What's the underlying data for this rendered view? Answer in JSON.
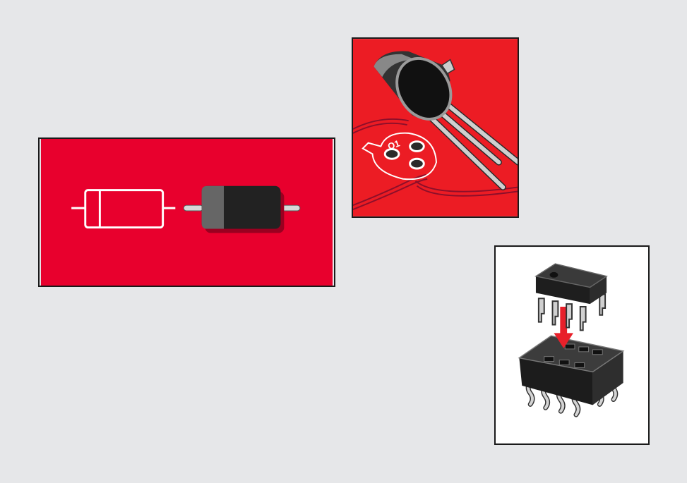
{
  "figure": {
    "background": "#e6e7e9",
    "panels": [
      {
        "id": "diode",
        "depicts": "diode-symbol-and-component",
        "background": "#e8002d"
      },
      {
        "id": "transistor",
        "depicts": "to92-transistor-with-pcb-footprint",
        "background": "#ec1c24",
        "footprint_label": "Q1"
      },
      {
        "id": "ic",
        "depicts": "dip8-chip-into-socket",
        "background": "#ffffff",
        "arrow_color": "#e8202a"
      }
    ]
  }
}
